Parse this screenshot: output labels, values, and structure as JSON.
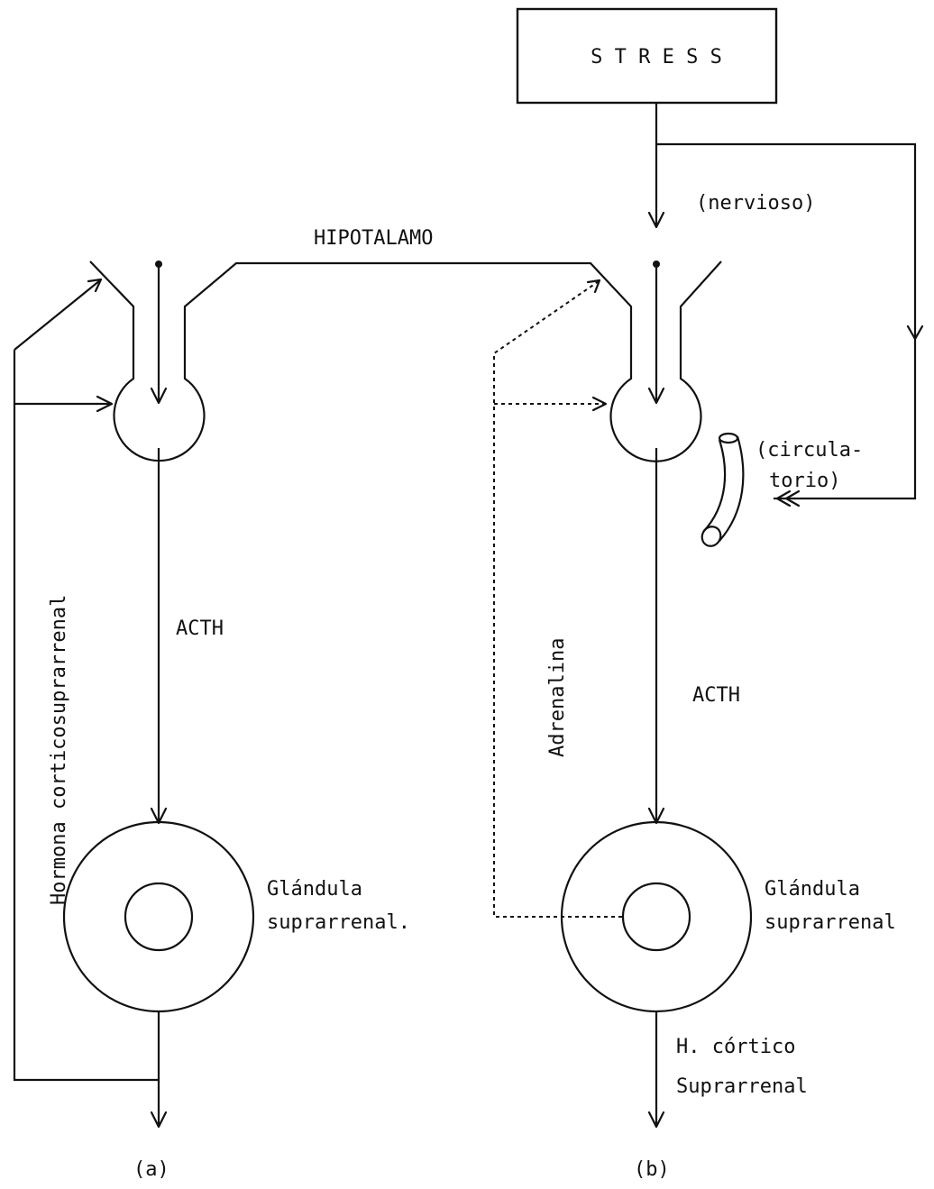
{
  "stress": {
    "label": "S T R E S S"
  },
  "labels": {
    "nervioso": "(nervioso)",
    "hipotalamo": "HIPOTALAMO",
    "circulatorio_1": "(circula-",
    "circulatorio_2": "torio)",
    "acth_a": "ACTH",
    "acth_b": "ACTH",
    "hormona_cortico": "Hormona corticosuprarrenal",
    "adrenalina": "Adrenalina",
    "glandula_a_1": "Glándula",
    "glandula_a_2": "suprarrenal.",
    "glandula_b_1": "Glándula",
    "glandula_b_2": "suprarrenal",
    "h_cortico_1": "H. córtico",
    "h_cortico_2": "Suprarrenal",
    "panel_a": "(a)",
    "panel_b": "(b)"
  }
}
